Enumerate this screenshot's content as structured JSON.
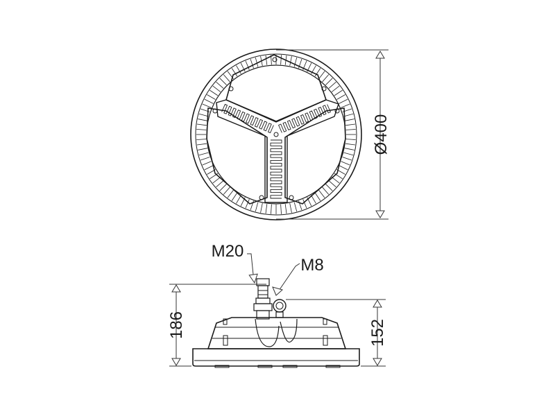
{
  "top_view": {
    "diameter_label": "Ø400"
  },
  "side_view": {
    "cable_gland_label": "M20",
    "eyebolt_label": "M8",
    "total_height_label": "186",
    "body_height_label": "152"
  },
  "colors": {
    "line": "#1a1a1a",
    "fill_light": "#f2f2f2",
    "fill_mid": "#e6e6e6"
  }
}
